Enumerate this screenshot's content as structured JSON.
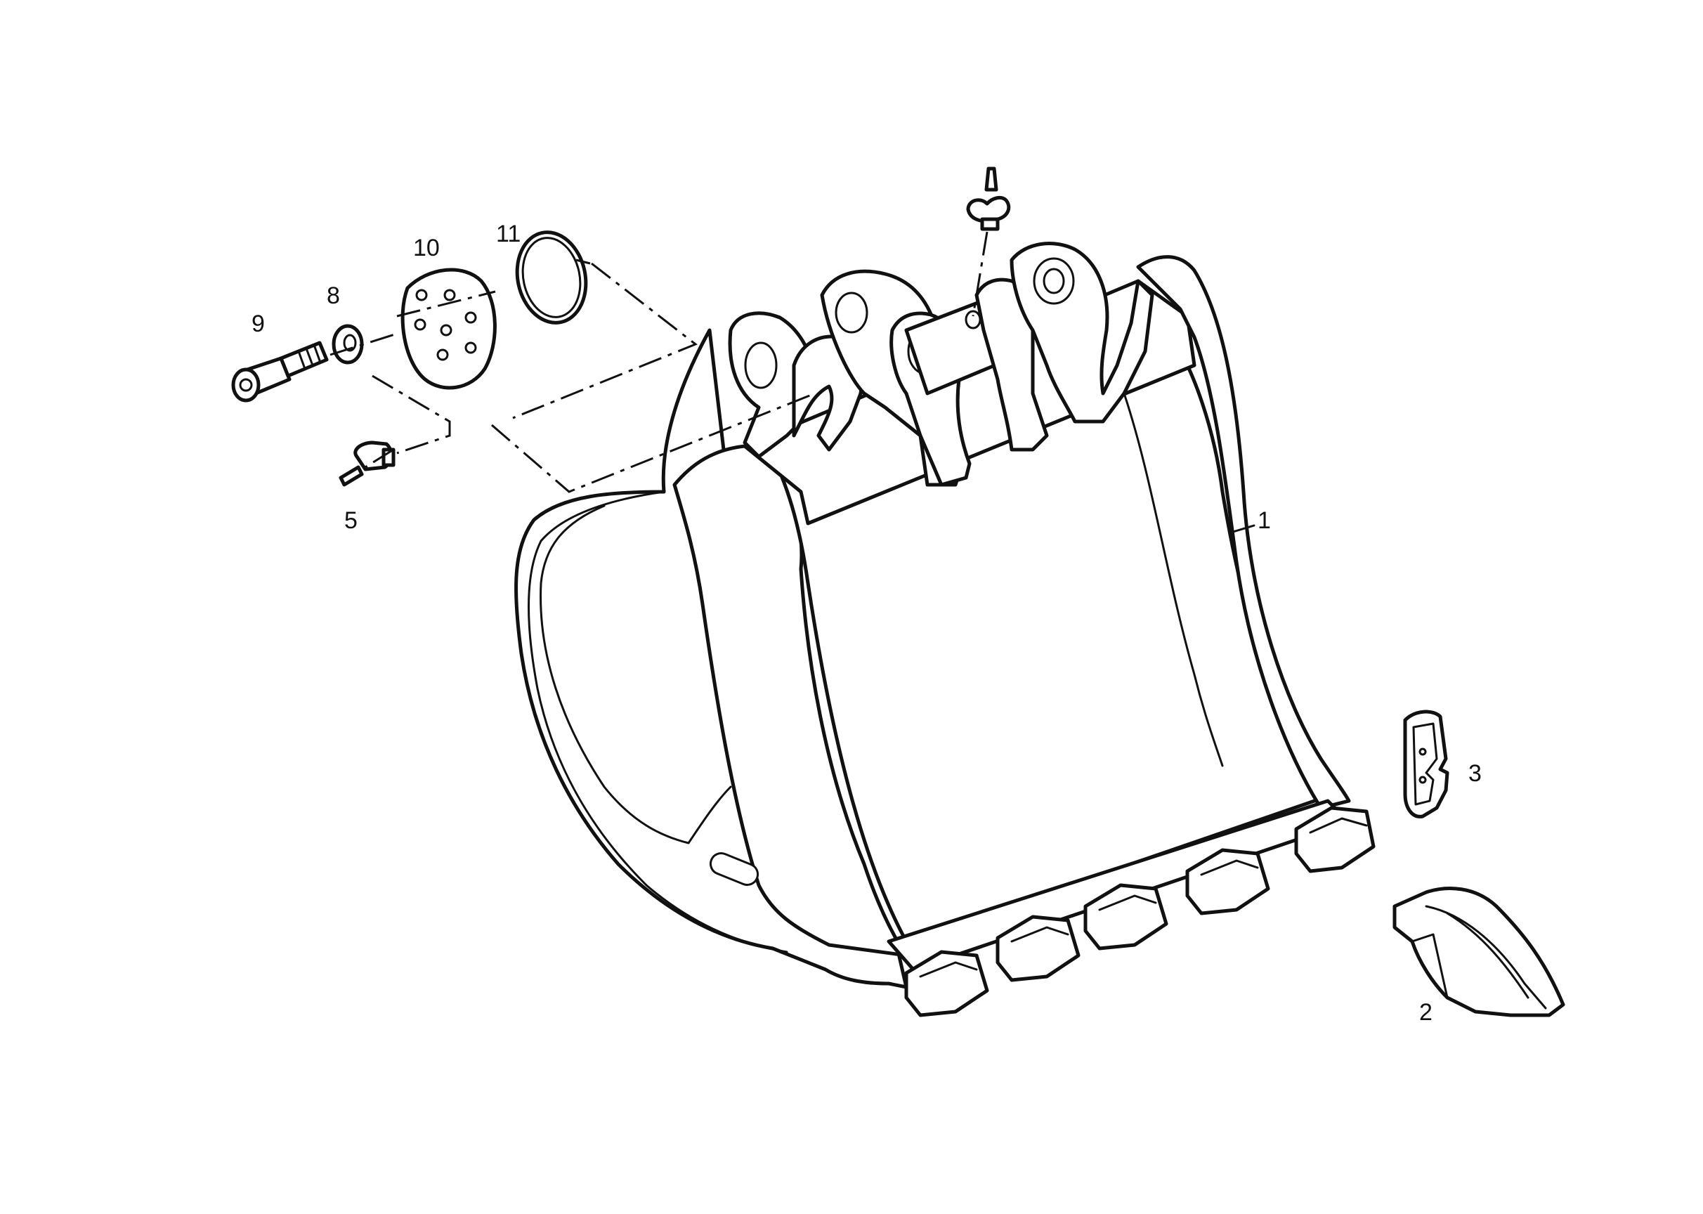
{
  "callouts": {
    "c1": "1",
    "c2": "2",
    "c3": "3",
    "c5": "5",
    "c8": "8",
    "c9": "9",
    "c10": "10",
    "c11": "11"
  },
  "colors": {
    "ink": "#111111",
    "paper": "#ffffff"
  }
}
